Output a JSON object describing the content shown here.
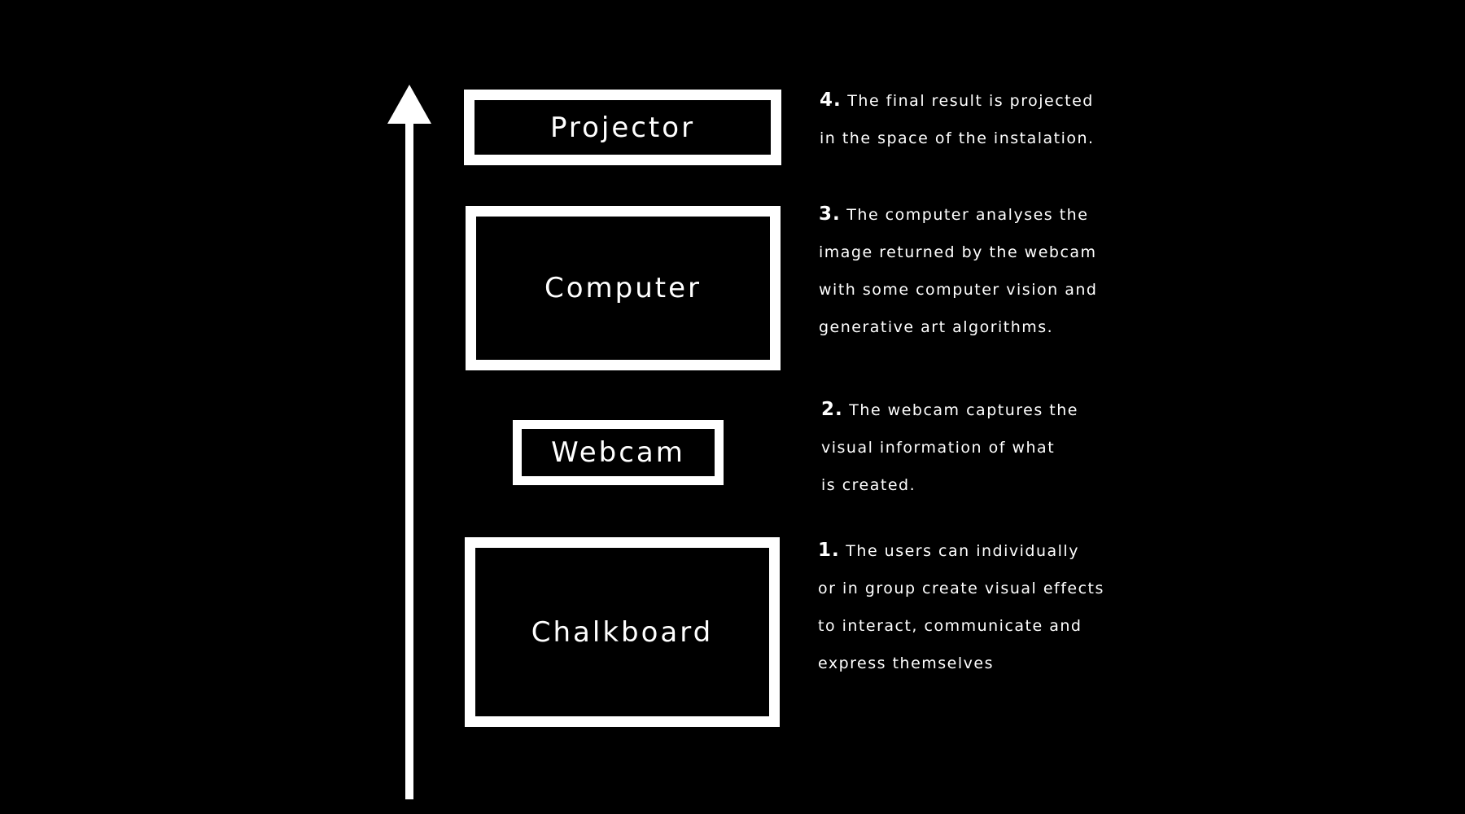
{
  "diagram": {
    "boxes": [
      {
        "id": "projector",
        "label": "Projector"
      },
      {
        "id": "computer",
        "label": "Computer"
      },
      {
        "id": "webcam",
        "label": "Webcam"
      },
      {
        "id": "chalkboard",
        "label": "Chalkboard"
      }
    ],
    "steps": [
      {
        "number": "4.",
        "lines": [
          "The final result is projected",
          "in the space of the instalation."
        ]
      },
      {
        "number": "3.",
        "lines": [
          "The computer analyses the",
          "image returned by the webcam",
          "with some computer vision and",
          "generative art algorithms."
        ]
      },
      {
        "number": "2.",
        "lines": [
          "The webcam captures the",
          "visual information of what",
          "is created."
        ]
      },
      {
        "number": "1.",
        "lines": [
          "The users can individually",
          "or in group create visual effects",
          "to interact, communicate and",
          "express themselves"
        ]
      }
    ]
  },
  "colors": {
    "background": "#000000",
    "foreground": "#ffffff"
  }
}
